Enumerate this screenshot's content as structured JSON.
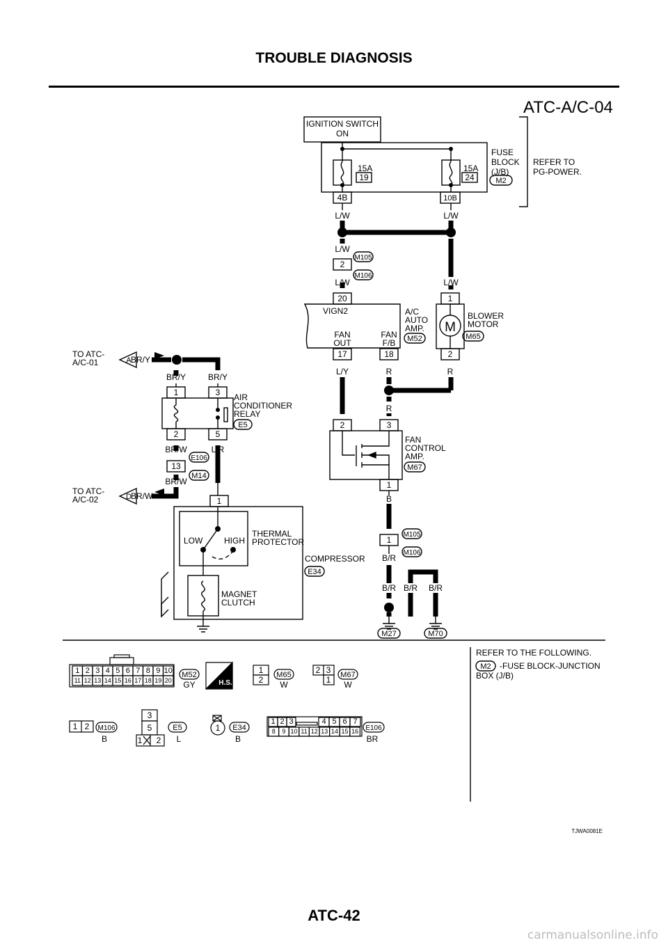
{
  "page": {
    "title": "TROUBLE DIAGNOSIS",
    "number": "ATC-42",
    "watermark": "carmanualsonline.info"
  },
  "diagram": {
    "code": "ATC-A/C-04",
    "figure_id": "TJWA0081E",
    "ignition_switch": [
      "IGNITION SWITCH",
      "ON"
    ],
    "fuse_block": [
      "FUSE",
      "BLOCK",
      "(J/B)"
    ],
    "fuse_block_connector": "M2",
    "refer_to": [
      "REFER TO",
      "PG-POWER."
    ],
    "fuse_left": {
      "amp": "15A",
      "num": "19",
      "terminal": "4B"
    },
    "fuse_right": {
      "amp": "15A",
      "num": "24",
      "terminal": "10B"
    },
    "wire_lw": "L/W",
    "wire_bry": "BR/Y",
    "wire_brw": "BR/W",
    "wire_ly": "L/Y",
    "wire_r": "R",
    "wire_lr": "L/R",
    "wire_b": "B",
    "wire_br": "B/R",
    "joint_connectors": [
      "M105",
      "M106"
    ],
    "joint_terminal_2": "2",
    "ac_amp": {
      "name": [
        "A/C",
        "AUTO",
        "AMP."
      ],
      "connector": "M52",
      "vign": "VIGN2",
      "fan_out": [
        "FAN",
        "OUT"
      ],
      "fan_fb": [
        "FAN",
        "F/B"
      ],
      "pin_vign": "20",
      "pin_fan_out": "17",
      "pin_fan_fb": "18"
    },
    "blower": {
      "name": [
        "BLOWER",
        "MOTOR"
      ],
      "connector": "M65",
      "symbol": "M",
      "pin1": "1",
      "pin2": "2"
    },
    "to_atc_01": {
      "text": [
        "TO ATC-",
        "A/C-01"
      ],
      "flag": "A"
    },
    "to_atc_02": {
      "text": [
        "TO ATC-",
        "A/C-02"
      ],
      "flag": "D"
    },
    "relay": {
      "name": [
        "AIR",
        "CONDITIONER",
        "RELAY"
      ],
      "connector": "E5",
      "pins": [
        "1",
        "3",
        "2",
        "5"
      ]
    },
    "e106_m14": {
      "connectors": [
        "E106",
        "M14"
      ],
      "pin": "13"
    },
    "fan_control": {
      "name": [
        "FAN",
        "CONTROL",
        "AMP."
      ],
      "connector": "M67",
      "pins": [
        "2",
        "3",
        "1"
      ]
    },
    "compressor": {
      "name": "COMPRESSOR",
      "connector": "E34",
      "pin": "1"
    },
    "thermal": {
      "name": [
        "THERMAL",
        "PROTECTOR"
      ],
      "low": "LOW",
      "high": "HIGH"
    },
    "magnet": {
      "name": [
        "MAGNET",
        "CLUTCH"
      ]
    },
    "m105_m106_b": {
      "pin": "1"
    },
    "grounds": [
      "M27",
      "M70"
    ]
  },
  "connectors_legend": {
    "m52": {
      "name": "M52",
      "color": "GY",
      "row1": [
        "1",
        "2",
        "3",
        "4",
        "5",
        "6",
        "7",
        "8",
        "9",
        "10"
      ],
      "row2": [
        "11",
        "12",
        "13",
        "14",
        "15",
        "16",
        "17",
        "18",
        "19",
        "20"
      ]
    },
    "hs": "H.S.",
    "m65": {
      "name": "M65",
      "color": "W",
      "pins": [
        "1",
        "2"
      ]
    },
    "m67": {
      "name": "M67",
      "color": "W",
      "pins": [
        "2",
        "3",
        "1"
      ]
    },
    "m106": {
      "name": "M106",
      "color": "B",
      "pins": [
        "1",
        "2"
      ]
    },
    "e5": {
      "name": "E5",
      "color": "L",
      "pins": [
        "3",
        "5",
        "1",
        "2"
      ]
    },
    "e34": {
      "name": "E34",
      "color": "B",
      "pin": "1"
    },
    "e106": {
      "name": "E106",
      "color": "BR",
      "row1": [
        "1",
        "2",
        "3",
        "4",
        "5",
        "6",
        "7"
      ],
      "row2": [
        "8",
        "9",
        "10",
        "11",
        "12",
        "13",
        "14",
        "15",
        "16"
      ]
    },
    "refer_following": "REFER TO THE FOLLOWING.",
    "refer_m2": "M2",
    "refer_m2_text": [
      "-FUSE BLOCK-JUNCTION",
      "BOX (J/B)"
    ]
  }
}
